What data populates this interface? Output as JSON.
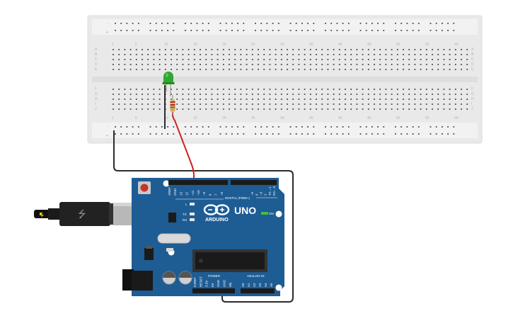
{
  "breadboard": {
    "columns_top": [
      "1",
      "5",
      "10",
      "15",
      "20",
      "25",
      "30",
      "35",
      "40",
      "45",
      "50",
      "55",
      "60"
    ],
    "columns_bottom": [
      "1",
      "5",
      "10",
      "15",
      "20",
      "25",
      "30",
      "35",
      "40",
      "45",
      "50",
      "55",
      "60"
    ],
    "rows_top": [
      "A",
      "B",
      "C",
      "D",
      "E"
    ],
    "rows_bottom": [
      "F",
      "G",
      "H",
      "I",
      "J"
    ],
    "rail_minus": "−",
    "rail_plus": "+"
  },
  "arduino": {
    "model": "UNO",
    "brand": "ARDUINO",
    "on_label": "ON",
    "led_labels": [
      "L",
      "TX",
      "RX"
    ],
    "digital_header": "DIGITAL (PWM~)",
    "power_header": "POWER",
    "analog_header": "ANALOG IN",
    "digital_pins": [
      "AREF",
      "GND",
      "13",
      "12",
      "~11",
      "~10",
      "~9",
      "8",
      "7",
      "~6",
      "~5",
      "4",
      "~3",
      "2",
      "TX→1",
      "RX←0"
    ],
    "power_pins": [
      "IOREF",
      "RESET",
      "3.3V",
      "5V",
      "GND",
      "GND",
      "Vin"
    ],
    "analog_pins": [
      "A0",
      "A1",
      "A2",
      "A3",
      "A4",
      "A5"
    ]
  },
  "components": {
    "led": "green-led",
    "resistor": "resistor",
    "usb": "usb-cable"
  },
  "colors": {
    "breadboard": "#e9e9e9",
    "board": "#1e5c94",
    "wire_red": "#d21e1e",
    "wire_black": "#2b2b2b",
    "led_green": "#2fa82f"
  }
}
